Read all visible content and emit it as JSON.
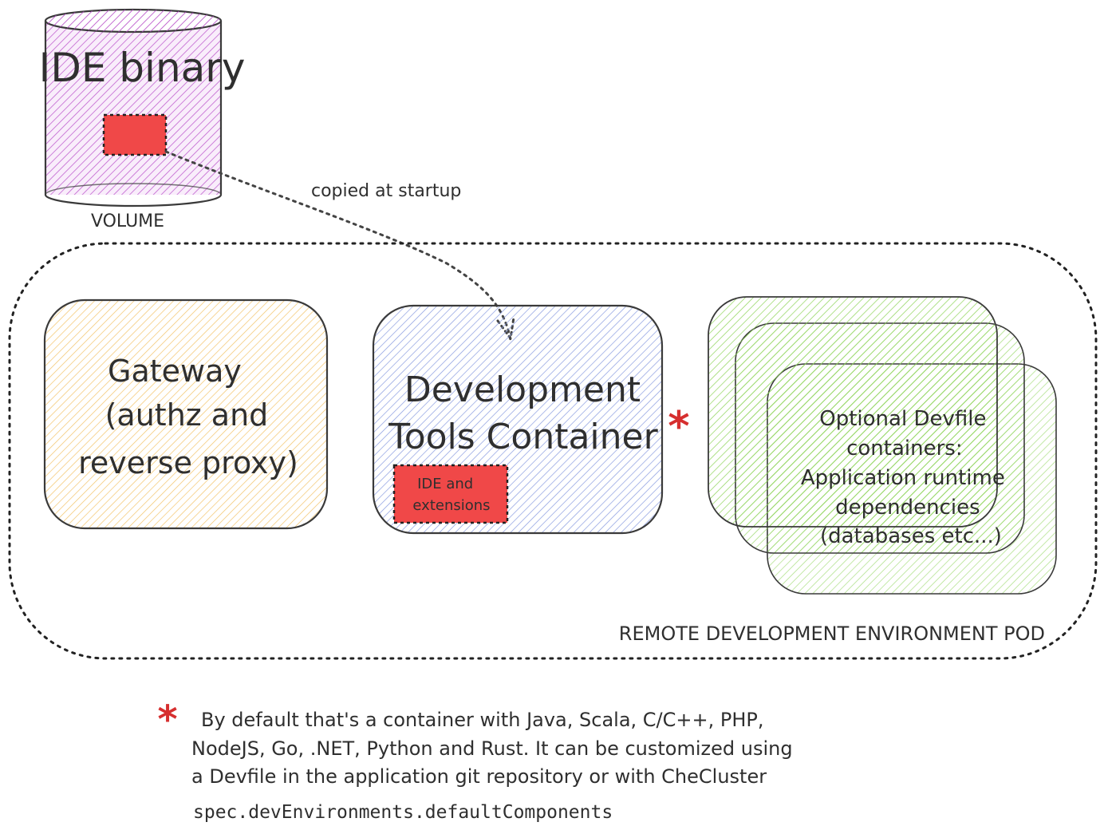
{
  "volume": {
    "title": "IDE binary",
    "caption": "VOLUME"
  },
  "arrow": {
    "label": "copied at startup"
  },
  "pod": {
    "label": "REMOTE DEVELOPMENT ENVIRONMENT POD"
  },
  "gateway": {
    "lines": [
      "Gateway",
      "(authz and",
      "reverse proxy)"
    ]
  },
  "dev_tools": {
    "lines": [
      "Development",
      "Tools Container"
    ],
    "marker": "*",
    "ide_box_lines": [
      "IDE and",
      "extensions"
    ]
  },
  "optional": {
    "lines": [
      "Optional Devfile",
      "containers:",
      "Application runtime",
      "dependencies",
      "(databases etc...)"
    ]
  },
  "footnote": {
    "marker": "*",
    "lines": [
      "By default that's a container with Java, Scala, C/C++, PHP,",
      "NodeJS, Go, .NET, Python and Rust. It can be customized using",
      "a Devfile in the application git repository or with CheCluster"
    ],
    "code": "spec.devEnvironments.defaultComponents"
  },
  "colors": {
    "volume_hatch": "#b548c6",
    "gateway_hatch": "#f3c46b",
    "dev_hatch": "#7b8fd6",
    "optional_hatch": "#7fc94a",
    "red_box": "#f05050",
    "star": "#d62f2f",
    "stroke": "#3a3a3a"
  }
}
